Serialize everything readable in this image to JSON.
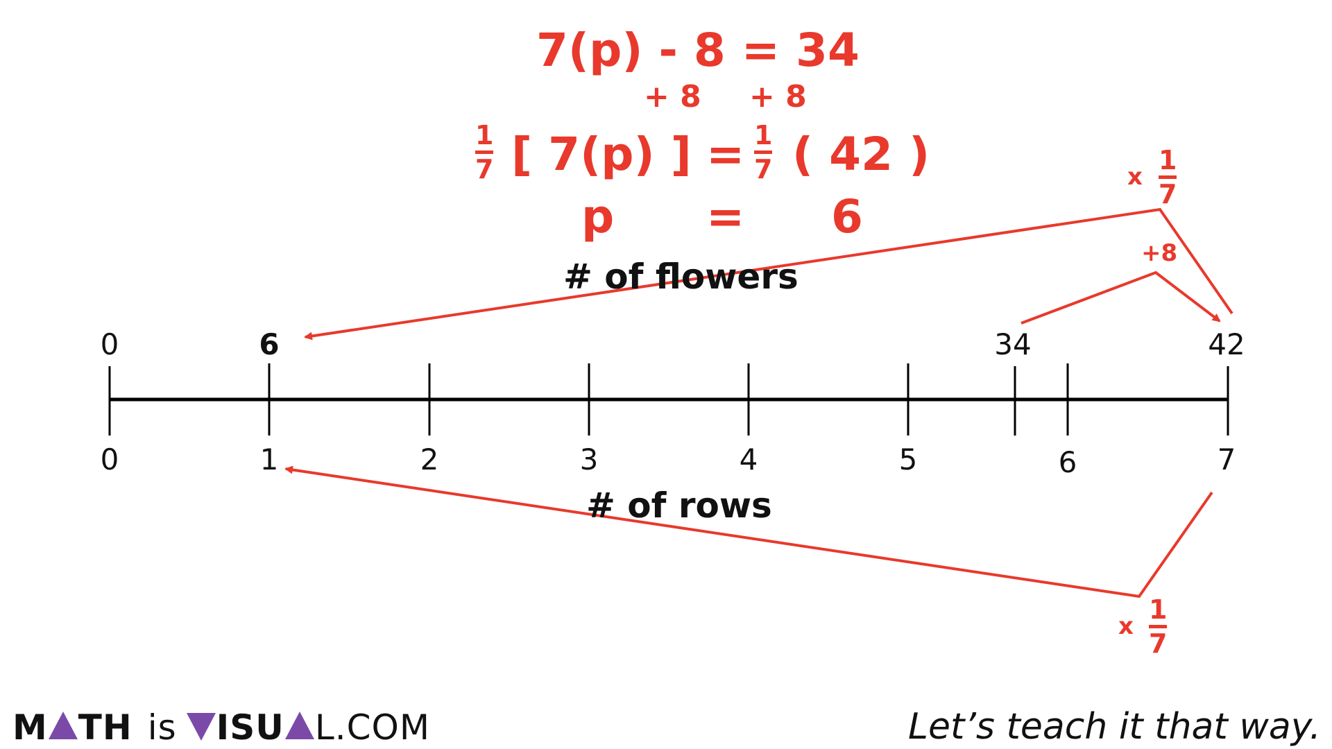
{
  "equation": {
    "line1": "7(p) - 8 = 34",
    "add_left": "+ 8",
    "add_right": "+ 8",
    "line3_left": "[ 7(p) ]",
    "line3_eq": "=",
    "line3_right": "( 42 )",
    "fraction_num": "1",
    "fraction_den": "7",
    "line4_var": "p",
    "line4_eq": "=",
    "line4_val": "6"
  },
  "number_line": {
    "top_label": "# of flowers",
    "bottom_label": "# of rows",
    "top_numbers": [
      "0",
      "6",
      "34",
      "42"
    ],
    "bottom_numbers": [
      "0",
      "1",
      "2",
      "3",
      "4",
      "5",
      "6",
      "7"
    ]
  },
  "annotations": {
    "times_prefix": "x",
    "plus_eight": "+8",
    "fraction_num": "1",
    "fraction_den": "7"
  },
  "colors": {
    "accent": "#e8392c",
    "logo_purple": "#7b4aa8"
  },
  "footer": {
    "brand_m": "M",
    "brand_th": "TH",
    "brand_is": "is",
    "brand_isu": "ISU",
    "brand_l": "L.COM",
    "tagline": "Let’s teach it that way."
  }
}
